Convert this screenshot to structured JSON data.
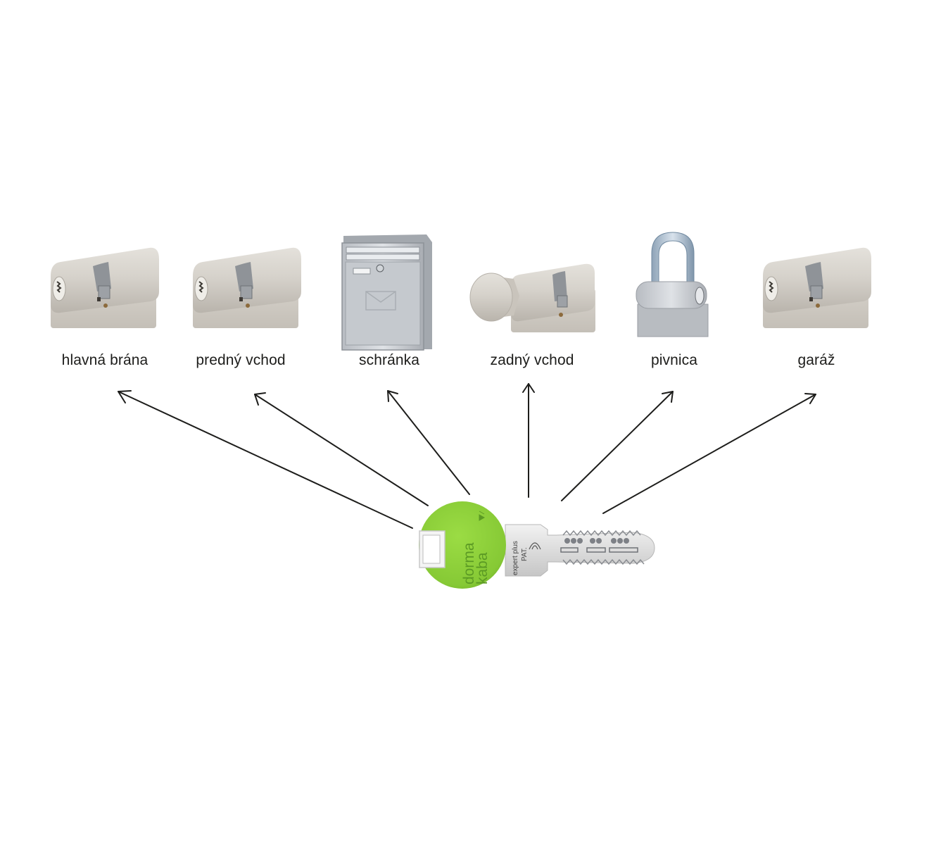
{
  "diagram": {
    "title": "",
    "key": {
      "brand_line1": "dorma",
      "brand_line2": "kaba",
      "blade_text_1": "expert plus",
      "blade_text_2": "PAT.",
      "bow_color": "#8fd13a"
    },
    "targets": [
      {
        "label": "hlavná brána",
        "icon": "cylinder-lock-icon"
      },
      {
        "label": "predný vchod",
        "icon": "cylinder-lock-icon"
      },
      {
        "label": "schránka",
        "icon": "mailbox-icon"
      },
      {
        "label": "zadný vchod",
        "icon": "thumbturn-cylinder-icon"
      },
      {
        "label": "pivnica",
        "icon": "padlock-icon"
      },
      {
        "label": "garáž",
        "icon": "cylinder-lock-icon"
      }
    ],
    "arrow_color": "#1d1d1b"
  }
}
